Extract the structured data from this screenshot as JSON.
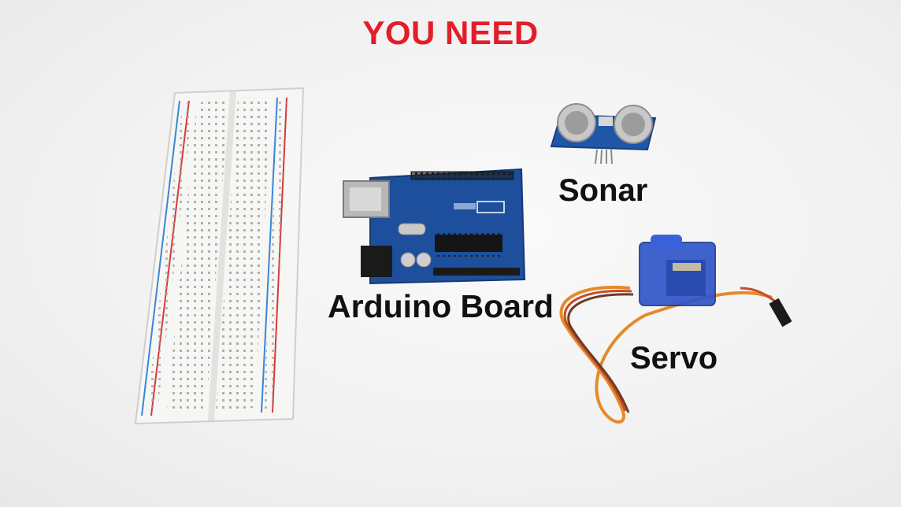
{
  "title": "YOU NEED",
  "labels": {
    "sonar": "Sonar",
    "arduino": "Arduino Board",
    "servo": "Servo"
  },
  "colors": {
    "title": "#e41d2a",
    "board_blue": "#1d4f9c",
    "breadboard": "#f4f4f2"
  },
  "objects": [
    "breadboard",
    "arduino-uno-board",
    "ultrasonic-sonar-sensor",
    "micro-servo-motor"
  ]
}
